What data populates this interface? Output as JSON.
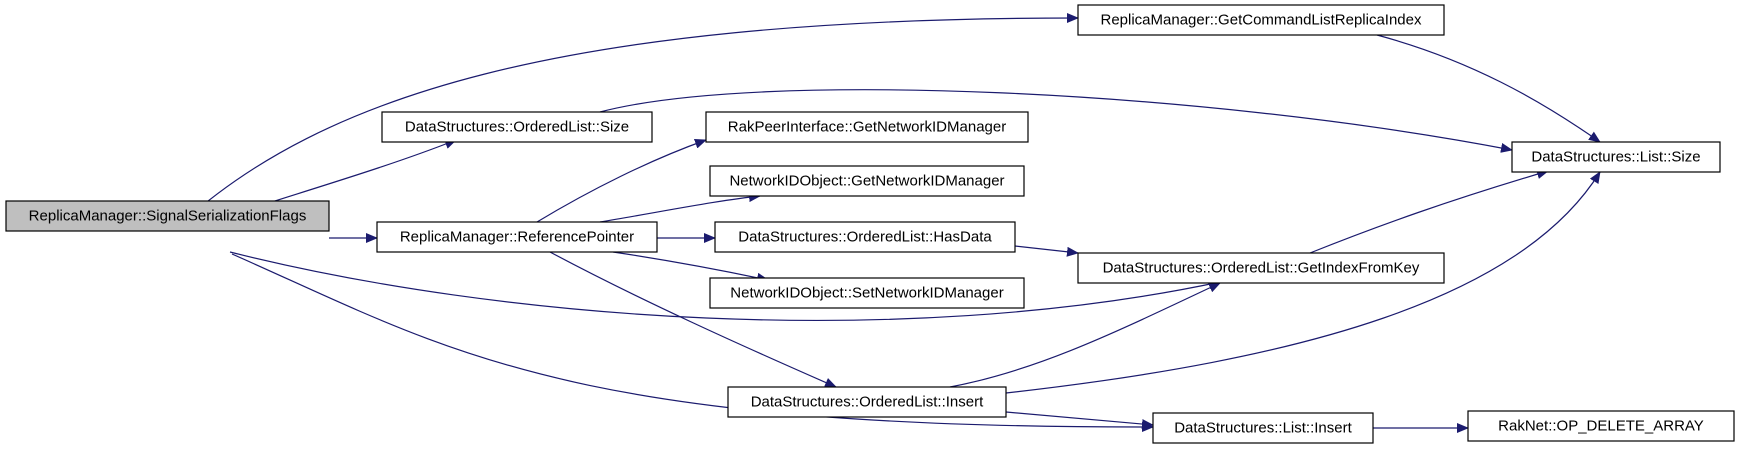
{
  "diagram": {
    "nodes": [
      {
        "id": "signal",
        "label": "ReplicaManager::SignalSerializationFlags",
        "root": true
      },
      {
        "id": "getcmd",
        "label": "ReplicaManager::GetCommandListReplicaIndex"
      },
      {
        "id": "olsize",
        "label": "DataStructures::OrderedList::Size"
      },
      {
        "id": "lsize",
        "label": "DataStructures::List::Size"
      },
      {
        "id": "rakgetnid",
        "label": "RakPeerInterface::GetNetworkIDManager"
      },
      {
        "id": "nidgetnid",
        "label": "NetworkIDObject::GetNetworkIDManager"
      },
      {
        "id": "refptr",
        "label": "ReplicaManager::ReferencePointer"
      },
      {
        "id": "olhas",
        "label": "DataStructures::OrderedList::HasData"
      },
      {
        "id": "olgetidx",
        "label": "DataStructures::OrderedList::GetIndexFromKey"
      },
      {
        "id": "nidsetnid",
        "label": "NetworkIDObject::SetNetworkIDManager"
      },
      {
        "id": "olinsert",
        "label": "DataStructures::OrderedList::Insert"
      },
      {
        "id": "linsert",
        "label": "DataStructures::List::Insert"
      },
      {
        "id": "opdel",
        "label": "RakNet::OP_DELETE_ARRAY"
      }
    ],
    "edges": [
      {
        "from": "signal",
        "to": "getcmd"
      },
      {
        "from": "signal",
        "to": "olsize"
      },
      {
        "from": "signal",
        "to": "refptr"
      },
      {
        "from": "signal",
        "to": "olgetidx"
      },
      {
        "from": "signal",
        "to": "linsert"
      },
      {
        "from": "getcmd",
        "to": "lsize"
      },
      {
        "from": "olsize",
        "to": "lsize"
      },
      {
        "from": "refptr",
        "to": "rakgetnid"
      },
      {
        "from": "refptr",
        "to": "nidgetnid"
      },
      {
        "from": "refptr",
        "to": "olhas"
      },
      {
        "from": "refptr",
        "to": "nidsetnid"
      },
      {
        "from": "refptr",
        "to": "olinsert"
      },
      {
        "from": "olhas",
        "to": "olgetidx"
      },
      {
        "from": "olgetidx",
        "to": "lsize"
      },
      {
        "from": "olinsert",
        "to": "olgetidx"
      },
      {
        "from": "olinsert",
        "to": "lsize"
      },
      {
        "from": "olinsert",
        "to": "linsert"
      },
      {
        "from": "linsert",
        "to": "opdel"
      }
    ],
    "colors": {
      "edge": "#1b1b6e",
      "root_fill": "#bfbfbf",
      "node_fill": "#ffffff",
      "border": "#000000"
    }
  }
}
